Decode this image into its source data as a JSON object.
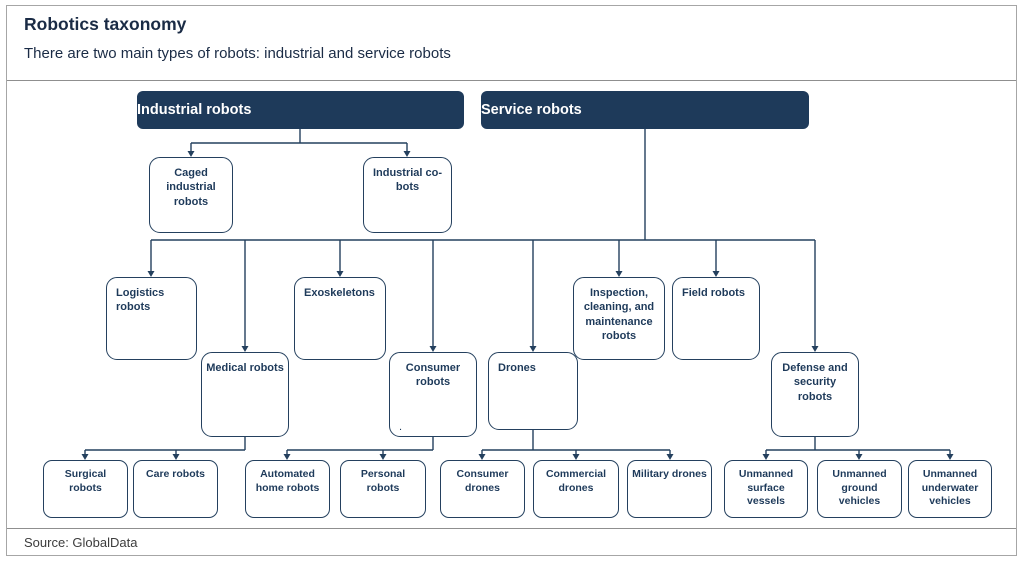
{
  "header": {
    "title": "Robotics taxonomy",
    "subtitle": "There are two main types of robots: industrial and service robots"
  },
  "footer": {
    "source": "Source: GlobalData"
  },
  "colors": {
    "navy": "#1e3a5a",
    "frame_border": "#a6a6a6",
    "box_text": "#1e3a5a",
    "root_text": "#ffffff"
  },
  "nodes": {
    "industrial": "Industrial robots",
    "service": "Service robots",
    "caged": "Caged industrial robots",
    "cobots": "Industrial co-bots",
    "logistics": "Logistics robots",
    "exoskeletons": "Exoskeletons",
    "medical": "Medical robots",
    "consumer": "Consumer robots",
    "drones": "Drones",
    "inspection": "Inspection, cleaning, and maintenance robots",
    "field": "Field robots",
    "defense": "Defense and security robots",
    "surgical": "Surgical robots",
    "care": "Care robots",
    "automated_home": "Automated home robots",
    "personal": "Personal robots",
    "consumer_drones": "Consumer drones",
    "commercial_drones": "Commercial drones",
    "military_drones": "Military drones",
    "usv": "Unmanned surface vessels",
    "ugv": "Unmanned ground vehicles",
    "uuv": "Unmanned underwater vehicles"
  },
  "misc": {
    "dot": "."
  },
  "hierarchy": {
    "Industrial robots": [
      "Caged industrial robots",
      "Industrial co-bots"
    ],
    "Service robots": [
      "Logistics robots",
      "Medical robots",
      "Exoskeletons",
      "Consumer robots",
      "Drones",
      "Inspection, cleaning, and maintenance robots",
      "Field robots",
      "Defense and security robots"
    ],
    "Medical robots": [
      "Surgical robots",
      "Care robots"
    ],
    "Consumer robots": [
      "Automated home robots",
      "Personal robots"
    ],
    "Drones": [
      "Consumer drones",
      "Commercial drones",
      "Military drones"
    ],
    "Defense and security robots": [
      "Unmanned surface vessels",
      "Unmanned ground vehicles",
      "Unmanned underwater vehicles"
    ]
  }
}
